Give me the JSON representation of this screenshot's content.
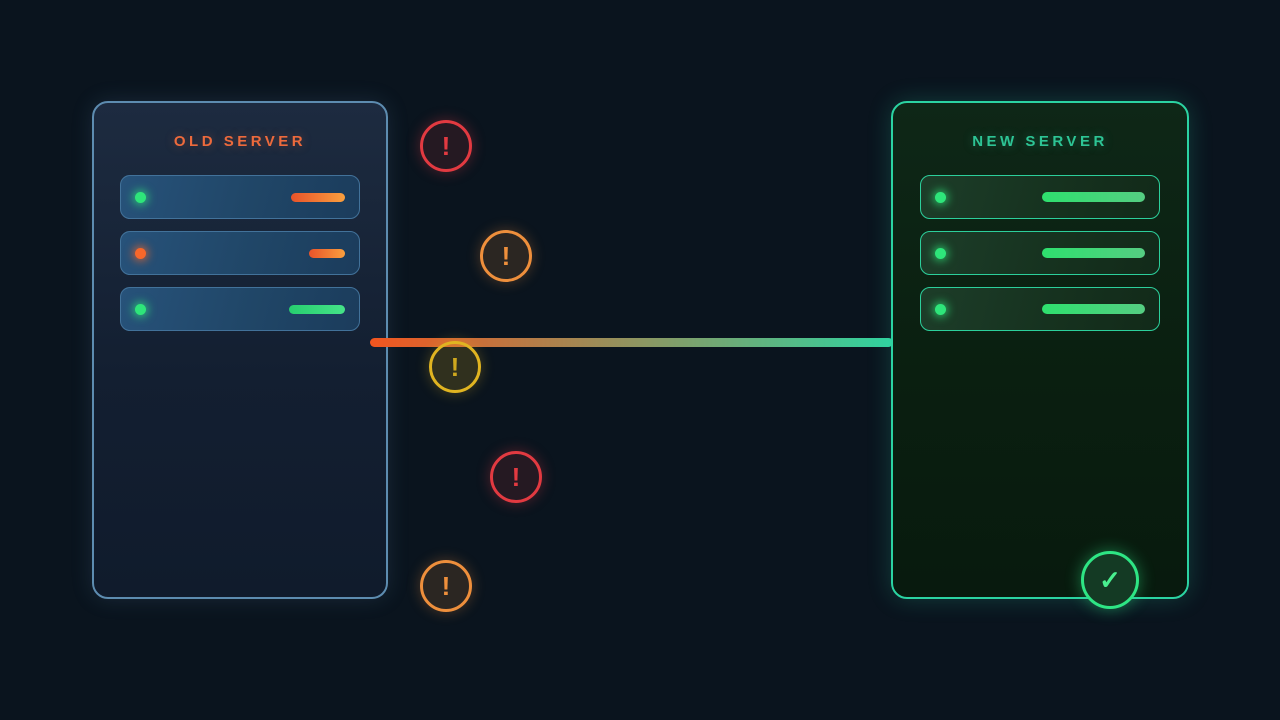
{
  "colors": {
    "background": "#0a141e",
    "old_accent": "#ed6a3c",
    "old_border": "#5d8cb0",
    "new_accent": "#2dc495",
    "new_border": "#2bd3a2",
    "alert_red": "#e23a41",
    "alert_orange": "#ee8f3c",
    "alert_yellow": "#e0b421",
    "success_green": "#2ee584",
    "line_gradient_start": "#f2551f",
    "line_gradient_end": "#2fd3a0"
  },
  "old_server": {
    "title": "OLD SERVER",
    "slots": [
      {
        "dot_color": "#2ee57a",
        "bar_color": "orange-gradient"
      },
      {
        "dot_color": "#f8672a",
        "bar_color": "orange-gradient"
      },
      {
        "dot_color": "#2ee57a",
        "bar_color": "green-gradient"
      }
    ]
  },
  "new_server": {
    "title": "NEW SERVER",
    "slots": [
      {
        "dot_color": "#2ee57a",
        "bar_color": "green-gradient"
      },
      {
        "dot_color": "#2ee57a",
        "bar_color": "green-gradient"
      },
      {
        "dot_color": "#2ee57a",
        "bar_color": "green-gradient"
      }
    ],
    "success_badge": {
      "glyph": "✓",
      "color": "#2ee584"
    }
  },
  "migration_line": {
    "from": "old server",
    "to": "new server"
  },
  "alerts": [
    {
      "glyph": "!",
      "severity": "red"
    },
    {
      "glyph": "!",
      "severity": "orange"
    },
    {
      "glyph": "!",
      "severity": "yellow"
    },
    {
      "glyph": "!",
      "severity": "red"
    },
    {
      "glyph": "!",
      "severity": "orange"
    }
  ]
}
